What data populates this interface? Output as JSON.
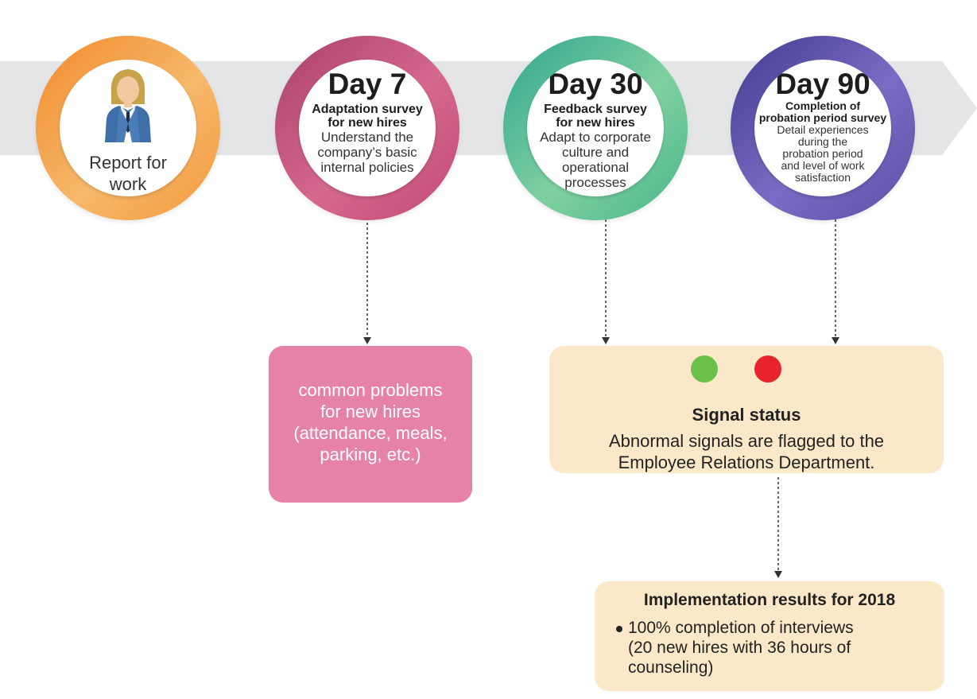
{
  "steps": [
    {
      "label": "Report for work",
      "label_lines": [
        "Report for",
        "work"
      ],
      "icon": "businesswoman-icon"
    },
    {
      "day": "Day 7",
      "title_lines": [
        "Adaptation survey",
        "for new hires"
      ],
      "desc_lines": [
        "Understand the",
        "company’s basic",
        "internal policies"
      ]
    },
    {
      "day": "Day 30",
      "title_lines": [
        "Feedback survey",
        "for new hires"
      ],
      "desc_lines": [
        "Adapt to corporate",
        "culture and",
        "operational",
        "processes"
      ]
    },
    {
      "day": "Day 90",
      "title_lines": [
        "Completion of",
        "probation period survey"
      ],
      "desc_lines": [
        "Detail experiences",
        "during the",
        "probation period",
        "and level of work",
        "satisfaction"
      ]
    }
  ],
  "problems_box": {
    "lines": [
      "common problems",
      "for new hires",
      "(attendance, meals,",
      "parking, etc.)"
    ]
  },
  "signal_box": {
    "title": "Signal status",
    "text_lines": [
      "Abnormal signals are flagged to the",
      "Employee Relations Department."
    ],
    "dot_colors": [
      "#6cc04a",
      "#e8232a"
    ]
  },
  "results_box": {
    "title": "Implementation results for 2018",
    "item_lines": [
      "100% completion of interviews",
      "(20 new hires with 36 hours of",
      "counseling)"
    ]
  },
  "colors": {
    "orange": "#f4a045",
    "pink": "#c9517a",
    "green": "#5bbd8c",
    "purple": "#5b4fa6",
    "band": "#e4e5e7"
  }
}
